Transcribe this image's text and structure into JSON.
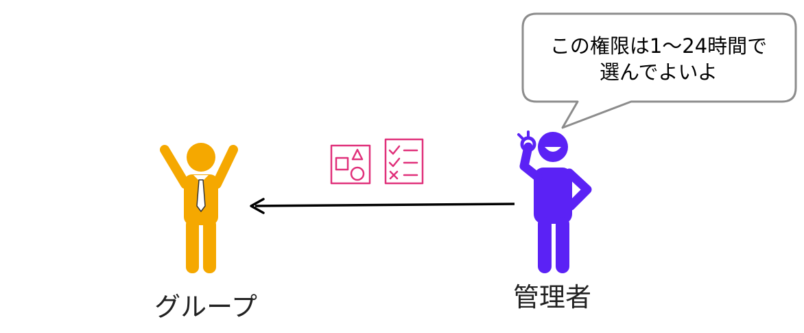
{
  "bubble": {
    "line1": "この権限は1～24時間で",
    "line2": "選んでよいよ"
  },
  "group": {
    "label": "グループ",
    "color": "#F5A800"
  },
  "admin": {
    "label": "管理者",
    "color": "#5B22F5"
  },
  "permission_icons": {
    "color": "#E0307A",
    "items": [
      "shapes-icon",
      "checklist-icon"
    ]
  }
}
